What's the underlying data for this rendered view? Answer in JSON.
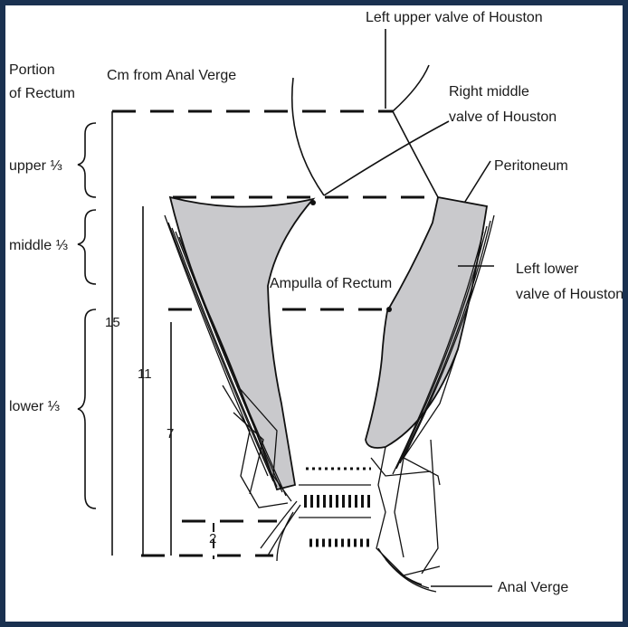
{
  "labels": {
    "portion_line1": "Portion",
    "portion_line2": "of Rectum",
    "cm_from_anal_verge": "Cm from Anal Verge",
    "upper_third": "upper ⅓",
    "middle_third": "middle ⅓",
    "lower_third": "lower ⅓",
    "left_upper_valve": "Left upper valve of Houston",
    "right_middle_valve_line1": "Right middle",
    "right_middle_valve_line2": "valve of Houston",
    "peritoneum": "Peritoneum",
    "left_lower_valve_line1": "Left lower",
    "left_lower_valve_line2": "valve of Houston",
    "ampulla": "Ampulla of Rectum",
    "anal_verge": "Anal Verge"
  },
  "measurements": {
    "cm_15": "15",
    "cm_11": "11",
    "cm_7": "7",
    "cm_2": "2"
  },
  "colors": {
    "frame": "#1a3150",
    "rectal_wall": "#c9c9cc",
    "ink": "#111111"
  }
}
